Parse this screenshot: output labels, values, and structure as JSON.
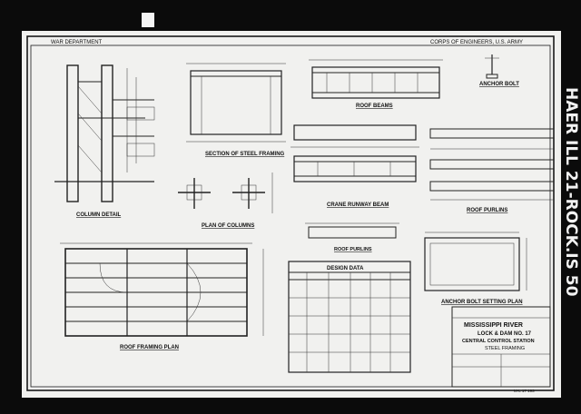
{
  "sheet": {
    "header_left": "WAR DEPARTMENT",
    "header_right": "CORPS OF ENGINEERS, U.S. ARMY",
    "archive_mark": "HAER ILL 21-ROCK.IS 50",
    "bottom_note": "M-L 17 193"
  },
  "drawings": {
    "column_detail": "COLUMN DETAIL",
    "section_framing": "SECTION OF STEEL FRAMING",
    "roof_beams": "ROOF BEAMS",
    "anchor_bolt": "ANCHOR BOLT",
    "plan_columns": "PLAN OF COLUMNS",
    "crane_runway": "CRANE RUNWAY BEAM",
    "roof_purlins_right": "ROOF PURLINS",
    "roof_purlins_center": "ROOF PURLINS",
    "roof_framing_plan": "ROOF FRAMING PLAN",
    "anchor_setting_plan": "ANCHOR BOLT SETTING PLAN",
    "design_data": "DESIGN DATA"
  },
  "title_block": {
    "line1": "MISSISSIPPI RIVER",
    "line2": "LOCK & DAM NO. 17",
    "line3": "CENTRAL CONTROL STATION",
    "line4": "STEEL FRAMING"
  }
}
